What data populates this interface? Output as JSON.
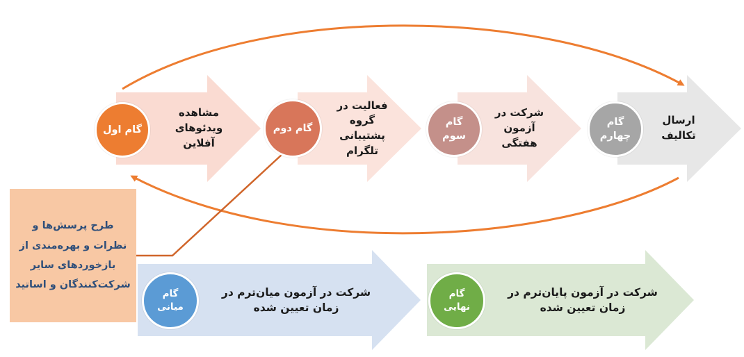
{
  "colors": {
    "loop_arrow": "#ed7d31",
    "step1": "#ed7d31",
    "step2": "#d8765a",
    "step3": "#c4908a",
    "step4": "#a6a6a6",
    "mid": "#5b9bd5",
    "final": "#70ad47",
    "arrow1_fill": "#fadbd2",
    "arrow2_fill": "#fbe3dc",
    "arrow3_fill": "#f8e3de",
    "arrow4_fill": "#e7e7e7",
    "mid_arrow_fill": "#d6e1f1",
    "final_arrow_fill": "#dbe8d4",
    "note_fill": "#f8c8a4",
    "note_text": "#2f4f7a"
  },
  "steps": [
    {
      "badge": "گام اول",
      "text": "مشاهده\nویدئوهای\nآفلاین"
    },
    {
      "badge": "گام دوم",
      "text": "فعالیت در\nگروه\nپشتیبانی\nتلگرام"
    },
    {
      "badge": "گام\nسوم",
      "text": "شرکت در\nآزمون\nهفتگی"
    },
    {
      "badge": "گام\nچهارم",
      "text": "ارسال\nتکالیف"
    }
  ],
  "note": {
    "text": "طرح پرسش‌ها و نظرات و بهره‌مندی از بازخوردهای سایر شرکت‌کنندگان و اساتید"
  },
  "midterm": {
    "badge": "گام\nمیانی",
    "text": "شرکت در آزمون میان‌ترم در\nزمان تعیین شده"
  },
  "final": {
    "badge": "گام\nنهایی",
    "text": "شرکت در آزمون پایان‌ترم در\nزمان تعیین شده"
  }
}
